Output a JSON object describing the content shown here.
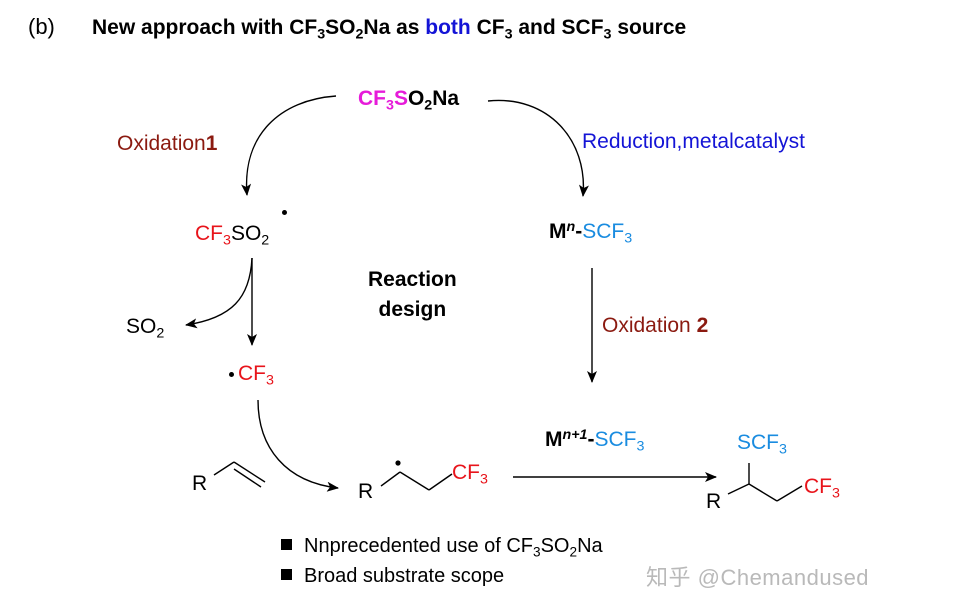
{
  "header": {
    "label": "(b)",
    "title_pre": "New approach with CF",
    "title_sub3a": "3",
    "title_mid1": "SO",
    "title_sub2": "2",
    "title_mid2": "Na as ",
    "title_both": "both",
    "title_mid3": " CF",
    "title_sub3b": "3",
    "title_mid4": " and SCF",
    "title_sub3c": "3",
    "title_end": " source"
  },
  "reagent": {
    "cf": "CF",
    "three": "3",
    "s": "S",
    "o": "O",
    "two": "2",
    "na": "Na"
  },
  "left_path": {
    "oxidation_text": "Oxidation",
    "oxidation_num": "1",
    "radical_cf": "CF",
    "radical_three": "3",
    "radical_so": "SO",
    "radical_two": "2",
    "so2": "SO",
    "so2_sub": "2",
    "cf3_radical": "CF",
    "cf3_sub": "3"
  },
  "right_path": {
    "reduction_text": "Reduction,metalcatalyst",
    "m": "M",
    "n": "n",
    "dash": "-",
    "scf": "SCF",
    "scf_sub": "3",
    "oxidation_text": "Oxidation ",
    "oxidation_num": "2"
  },
  "center": {
    "line1": "Reaction",
    "line2": "design"
  },
  "bottom": {
    "alkene_r": "R",
    "int_r": "R",
    "int_cf": "CF",
    "int_sub": "3",
    "reagent_m": "M",
    "reagent_sup": "n+1",
    "reagent_dash": "-",
    "reagent_scf": "SCF",
    "reagent_sub": "3",
    "prod_scf": "SCF",
    "prod_scf_sub": "3",
    "prod_cf": "CF",
    "prod_cf_sub": "3",
    "prod_r": "R"
  },
  "bullets": {
    "b1_pre": "Nnprecedented use of CF",
    "b1_sub3": "3",
    "b1_so": "SO",
    "b1_sub2": "2",
    "b1_na": "Na",
    "b2": "Broad substrate scope"
  },
  "watermark": "知乎 @Chemandused",
  "colors": {
    "cf3_red": "#e8141b",
    "reagent_magenta": "#e61bd9",
    "scf3_blue": "#1a8ce0",
    "reduction_navy": "#1414d6",
    "oxidation_maroon": "#8b1a10"
  }
}
